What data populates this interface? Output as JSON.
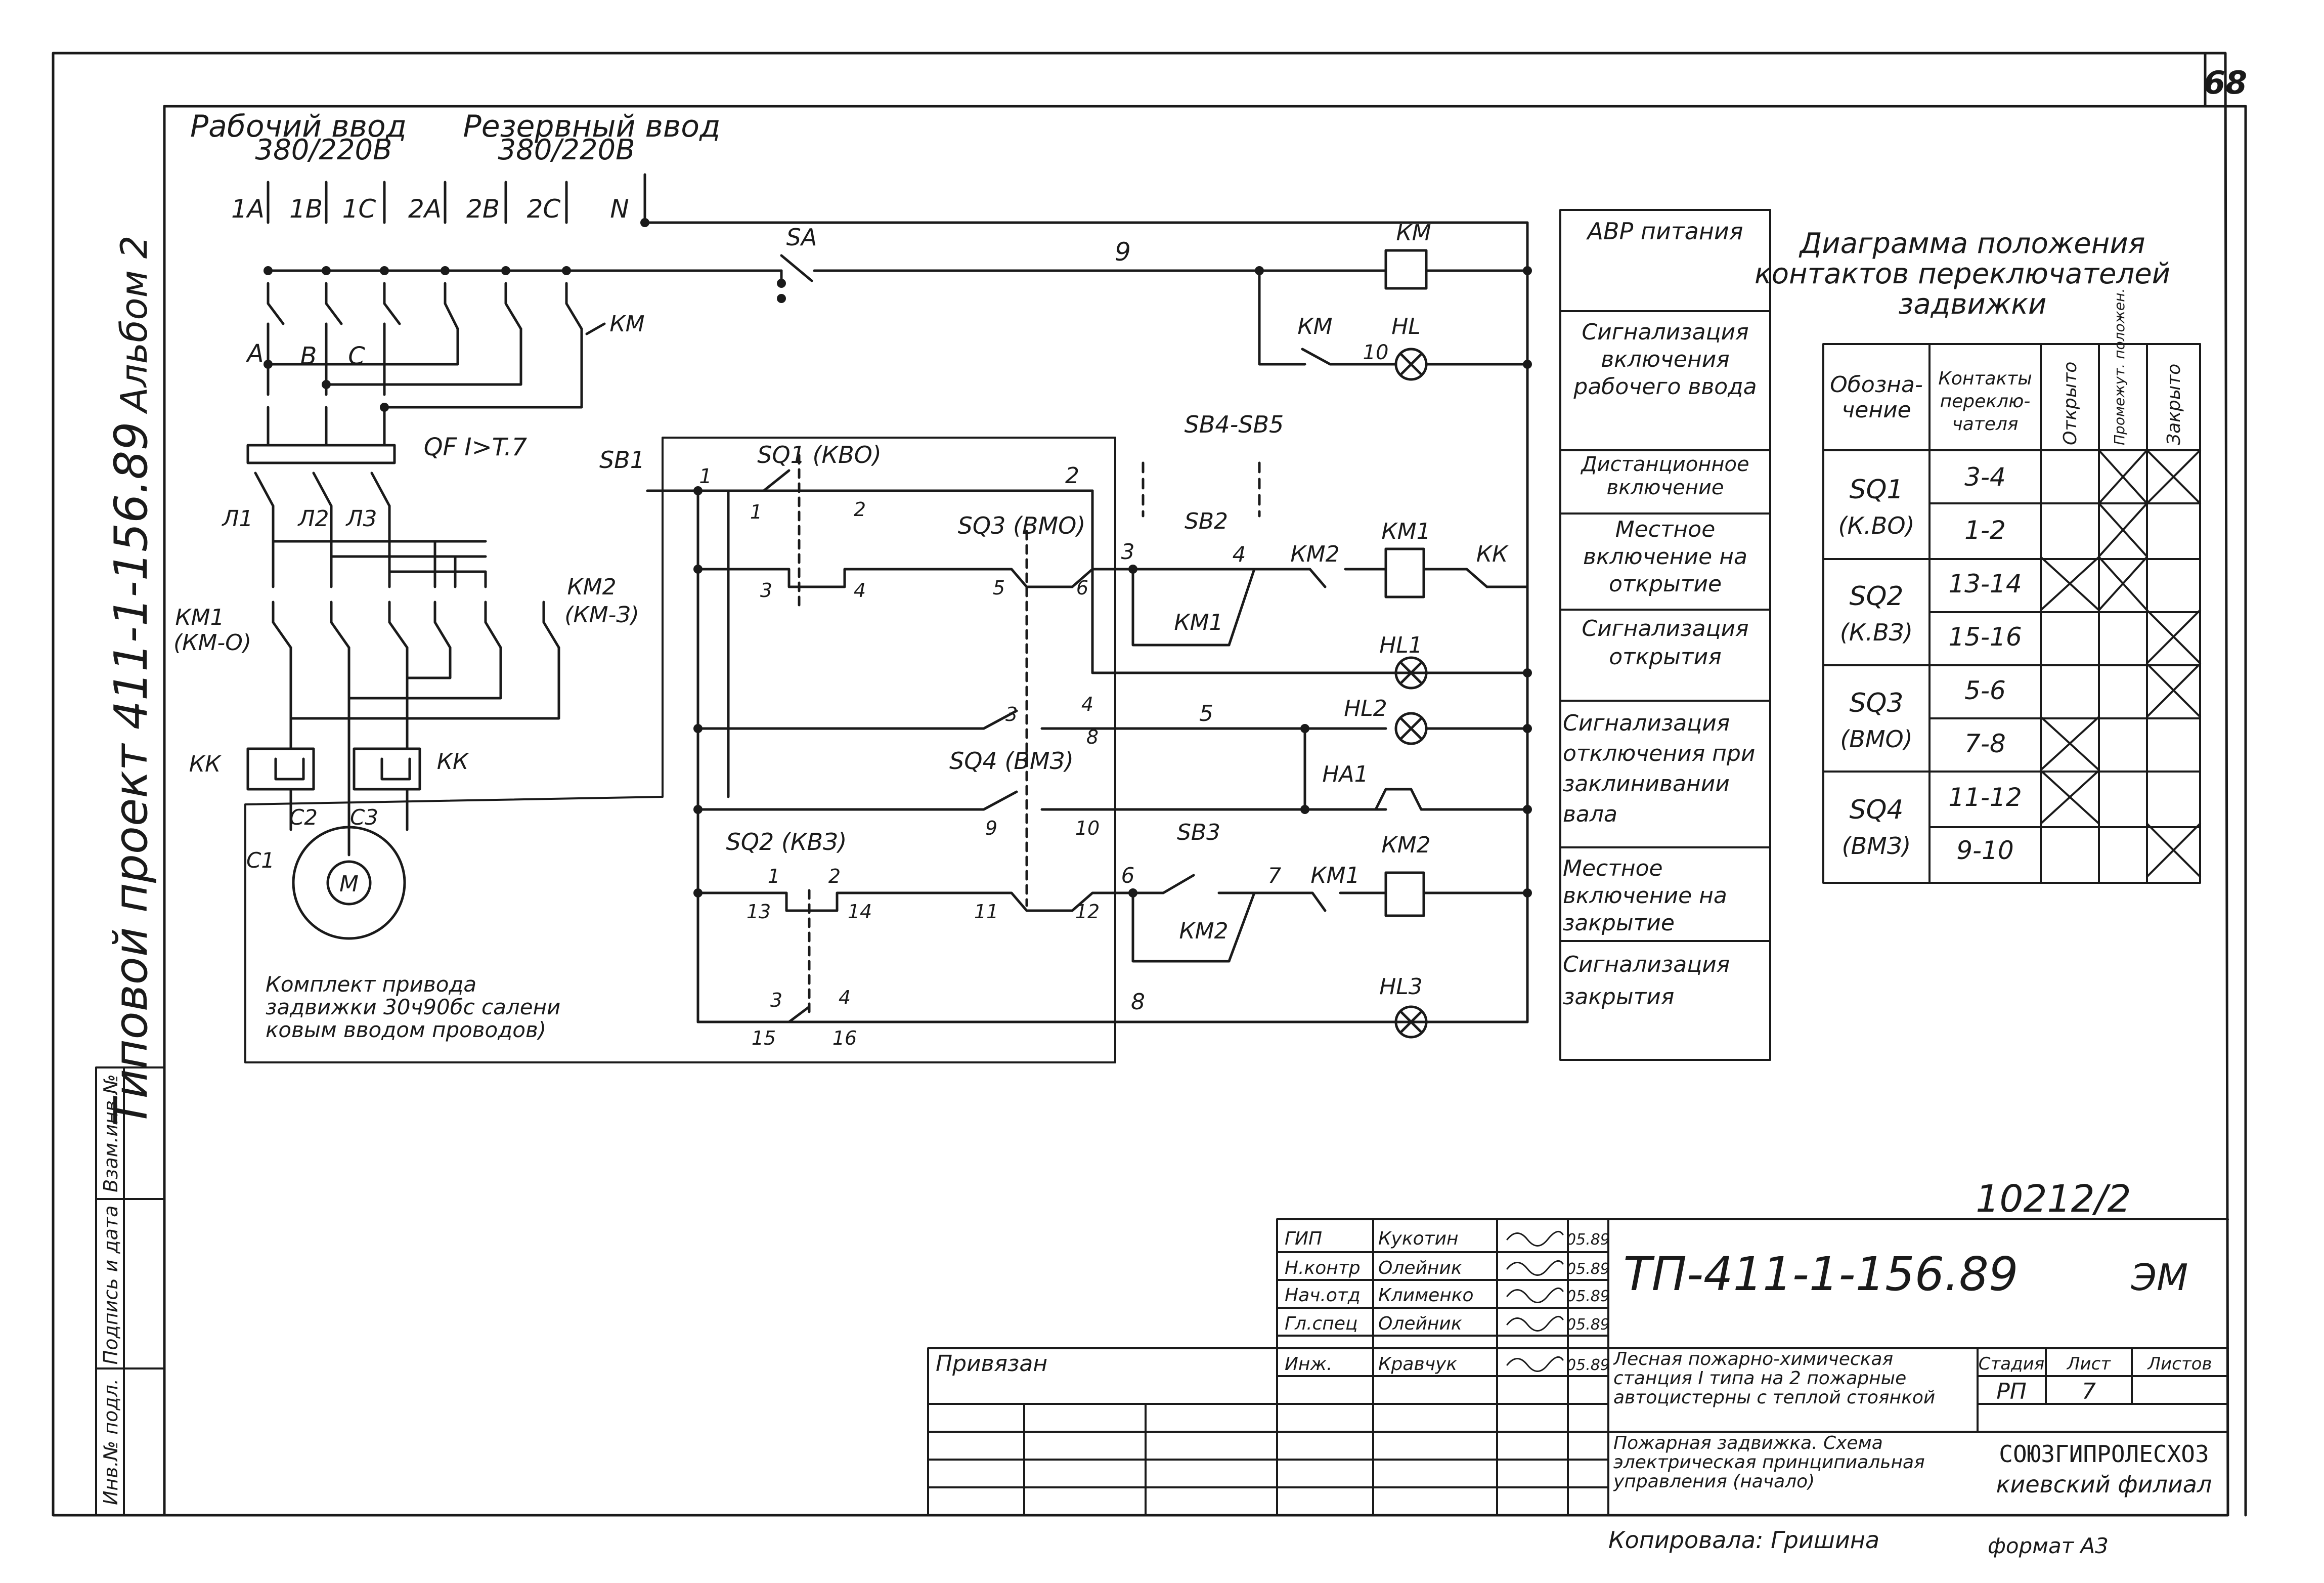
{
  "sheet": {
    "page_number": "68",
    "album_label": "Альбом 2",
    "project_label": "Типовой проект 411-1-156.89",
    "registration_number": "10212/2",
    "copied_by": "Копировала: Гришина",
    "format": "формат А3"
  },
  "left_stamp": {
    "cells": [
      "Инв.№ подл.",
      "Подпись и дата",
      "Взам.инв.№"
    ]
  },
  "power": {
    "input_main_label": "Рабочий ввод",
    "input_main_voltage": "380/220В",
    "input_reserve_label": "Резервный ввод",
    "input_reserve_voltage": "380/220В",
    "phase_labels": [
      "1А",
      "1В",
      "1С",
      "2А",
      "2В",
      "2С",
      "N"
    ],
    "bus_labels": [
      "А",
      "В",
      "С"
    ],
    "km_contact": "КМ",
    "breaker": "QF I>T.7",
    "lines": [
      "Л1",
      "Л2",
      "Л3"
    ],
    "km1": "КМ1",
    "km1_sub": "(КМ-О)",
    "km2": "КМ2",
    "km2_sub": "(КМ-З)",
    "kk_left": "КК",
    "kk_right": "КК",
    "motor_leads": [
      "С1",
      "С2",
      "С3"
    ],
    "motor": "М",
    "kit_note_1": "Комплект привода",
    "kit_note_2": "задвижки 30ч90бс салени",
    "kit_note_3": "ковым вводом проводов)"
  },
  "control": {
    "sa": "SA",
    "km": "КМ",
    "hl": "HL",
    "km_contact": "КМ",
    "sb1": "SB1",
    "sb4_sb5": "SB4-SB5",
    "sb2": "SB2",
    "sb3": "SB3",
    "km1": "КМ1",
    "km2": "КМ2",
    "kk": "КК",
    "sq1": "SQ1 (КВО)",
    "sq2": "SQ2 (КВЗ)",
    "sq3": "SQ3 (ВМО)",
    "sq4": "SQ4 (ВМЗ)",
    "hl1": "HL1",
    "hl2": "HL2",
    "hl3": "HL3",
    "ha1": "НА1",
    "wire_numbers": [
      "1",
      "2",
      "3",
      "4",
      "5",
      "6",
      "7",
      "8",
      "9",
      "10"
    ],
    "terminals": [
      "1",
      "2",
      "3",
      "4",
      "5",
      "6",
      "3",
      "4",
      "7",
      "8",
      "9",
      "10",
      "1",
      "2",
      "13",
      "14",
      "11",
      "12",
      "3",
      "4",
      "15",
      "16"
    ]
  },
  "legend": [
    "АВР питания",
    "Сигнализация включения рабочего ввода",
    "Дистанционное включение",
    "Местное включение на открытие",
    "Сигнализация открытия",
    "Сигнализация отключения при заклинивании вала",
    "Местное включение на закрытие",
    "Сигнализация закрытия"
  ],
  "position_diagram": {
    "title_1": "Диаграмма положения",
    "title_2": "контактов переключателей",
    "title_3": "задвижки",
    "headers": [
      "Обозна-чение",
      "Контакты переклю-чателя",
      "Открыто",
      "Промежут. положен.",
      "Закрыто"
    ],
    "rows": [
      {
        "designation": "SQ1 (К.ВО)",
        "contacts": [
          "3-4",
          "1-2"
        ],
        "marks": [
          [
            false,
            true,
            true
          ],
          [
            false,
            true,
            false
          ]
        ]
      },
      {
        "designation": "SQ2 (К.ВЗ)",
        "contacts": [
          "13-14",
          "15-16"
        ],
        "marks": [
          [
            true,
            true,
            false
          ],
          [
            false,
            false,
            true
          ]
        ]
      },
      {
        "designation": "SQ3 (ВМО)",
        "contacts": [
          "5-6",
          "7-8"
        ],
        "marks": [
          [
            false,
            false,
            true
          ],
          [
            true,
            false,
            false
          ]
        ]
      },
      {
        "designation": "SQ4 (ВМЗ)",
        "contacts": [
          "11-12",
          "9-10"
        ],
        "marks": [
          [
            true,
            false,
            false
          ],
          [
            false,
            false,
            true
          ]
        ]
      }
    ]
  },
  "title_block": {
    "code": "ТП-411-1-156.89",
    "mark": "ЭМ",
    "binding": "Привязан",
    "signatures": [
      {
        "role": "ГИП",
        "name": "Кукотин",
        "date": "05.89"
      },
      {
        "role": "Н.контр",
        "name": "Олейник",
        "date": "05.89"
      },
      {
        "role": "Нач.отд",
        "name": "Клименко",
        "date": "05.89"
      },
      {
        "role": "Гл.спец",
        "name": "Олейник",
        "date": "05.89"
      },
      {
        "role": "Инж.",
        "name": "Кравчук",
        "date": "05.89"
      }
    ],
    "object_title": "Лесная пожарно-химическая станция I типа на 2 пожарные автоцистерны с теплой стоянкой",
    "drawing_title": "Пожарная задвижка. Схема электрическая принципиальная управления (начало)",
    "stage_label": "Стадия",
    "sheet_label": "Лист",
    "sheets_label": "Листов",
    "stage": "РП",
    "sheet": "7",
    "sheets": "",
    "organization_1": "СОЮЗГИПРОЛЕСХОЗ",
    "organization_2": "киевский филиал"
  }
}
